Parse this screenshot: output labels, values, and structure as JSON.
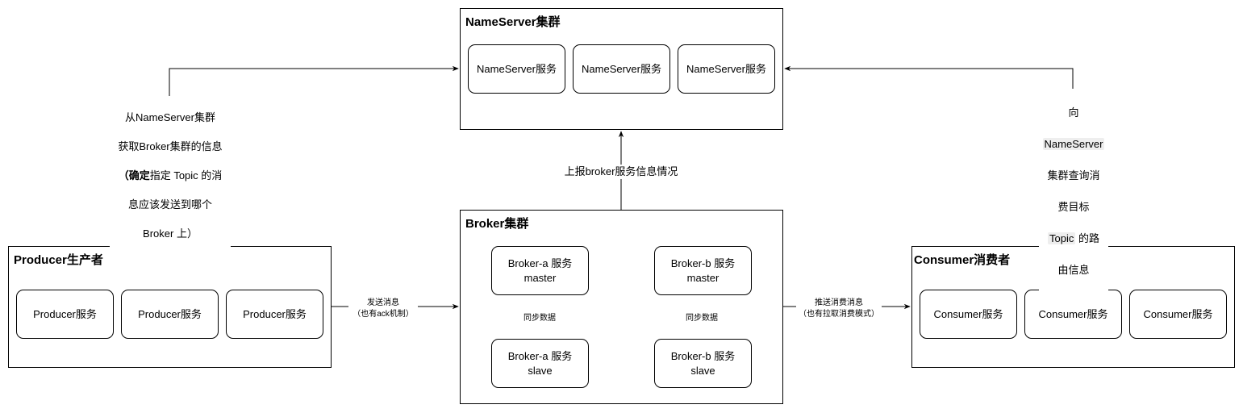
{
  "nameserver_cluster": {
    "title": "NameServer集群",
    "services": [
      "NameServer服务",
      "NameServer服务",
      "NameServer服务"
    ]
  },
  "broker_cluster": {
    "title": "Broker集群",
    "brokers": [
      {
        "master": "Broker-a 服务\nmaster",
        "slave": "Broker-a 服务\nslave",
        "sync_label": "同步数据"
      },
      {
        "master": "Broker-b 服务\nmaster",
        "slave": "Broker-b 服务\nslave",
        "sync_label": "同步数据"
      }
    ]
  },
  "producer_cluster": {
    "title": "Producer生产者",
    "services": [
      "Producer服务",
      "Producer服务",
      "Producer服务"
    ]
  },
  "consumer_cluster": {
    "title": "Consumer消费者",
    "services": [
      "Consumer服务",
      "Consumer服务",
      "Consumer服务"
    ]
  },
  "edges": {
    "producer_to_nameserver": {
      "line1": "从NameServer集群",
      "line2": "获取Broker集群的信息",
      "line3_bold": "（确定",
      "line3_rest": "指定 Topic 的消",
      "line4": "息应该发送到哪个",
      "line5": "Broker 上）"
    },
    "broker_to_nameserver": "上报broker服务信息情况",
    "producer_to_broker": "发送消息\n（也有ack机制）",
    "broker_to_consumer": "推送消费消息\n（也有拉取消费模式）",
    "consumer_to_nameserver": {
      "line1": "向",
      "line2": "NameServer",
      "line3": "集群查询消",
      "line4": "费目标",
      "line5_hl": "Topic",
      "line5_rest": " 的路",
      "line6": "由信息"
    }
  }
}
